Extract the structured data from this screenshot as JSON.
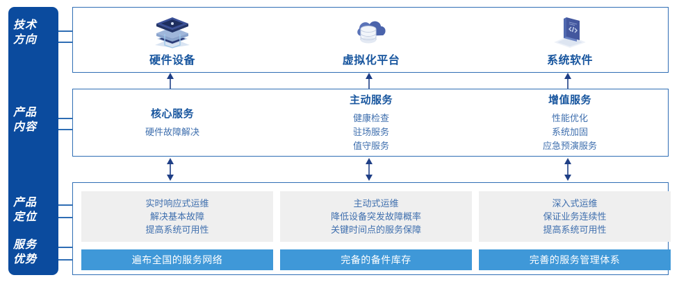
{
  "rail": {
    "color": "#0B4B9E",
    "items": [
      {
        "name": "tech-direction",
        "line1": "技术",
        "line2": "方向"
      },
      {
        "name": "product-content",
        "line1": "产品",
        "line2": "内容"
      },
      {
        "name": "product-position",
        "line1": "产品",
        "line2": "定位"
      },
      {
        "name": "service-advantage",
        "line1": "服务",
        "line2": "优势"
      }
    ]
  },
  "tech_row": {
    "columns": [
      {
        "icon": "server-stack-icon",
        "title": "硬件设备"
      },
      {
        "icon": "cloud-database-icon",
        "title": "虚拟化平台"
      },
      {
        "icon": "code-book-icon",
        "title": "系统软件"
      }
    ]
  },
  "content_row": {
    "columns": [
      {
        "title": "核心服务",
        "items": [
          "硬件故障解决"
        ]
      },
      {
        "title": "主动服务",
        "items": [
          "健康检查",
          "驻场服务",
          "值守服务"
        ]
      },
      {
        "title": "增值服务",
        "items": [
          "性能优化",
          "系统加固",
          "应急预演服务"
        ]
      }
    ]
  },
  "bottom_row": {
    "columns": [
      {
        "grey_lines": [
          "实时响应式运维",
          "解决基本故障",
          "提高系统可用性"
        ],
        "bar_label": "遍布全国的服务网络"
      },
      {
        "grey_lines": [
          "主动式运维",
          "降低设备突发故障概率",
          "关键时间点的服务保障"
        ],
        "bar_label": "完备的备件库存"
      },
      {
        "grey_lines": [
          "深入式运维",
          "保证业务连续性",
          "提高系统可用性"
        ],
        "bar_label": "完善的服务管理体系"
      }
    ]
  },
  "colors": {
    "rail_blue": "#0B4B9E",
    "panel_border": "#2E6DB4",
    "title_blue": "#17559E",
    "text_blue": "#3F6FAE",
    "grey_box": "#EFEFEF",
    "bar_blue": "#3F98D8",
    "arrow_navy": "#1F3F86"
  }
}
